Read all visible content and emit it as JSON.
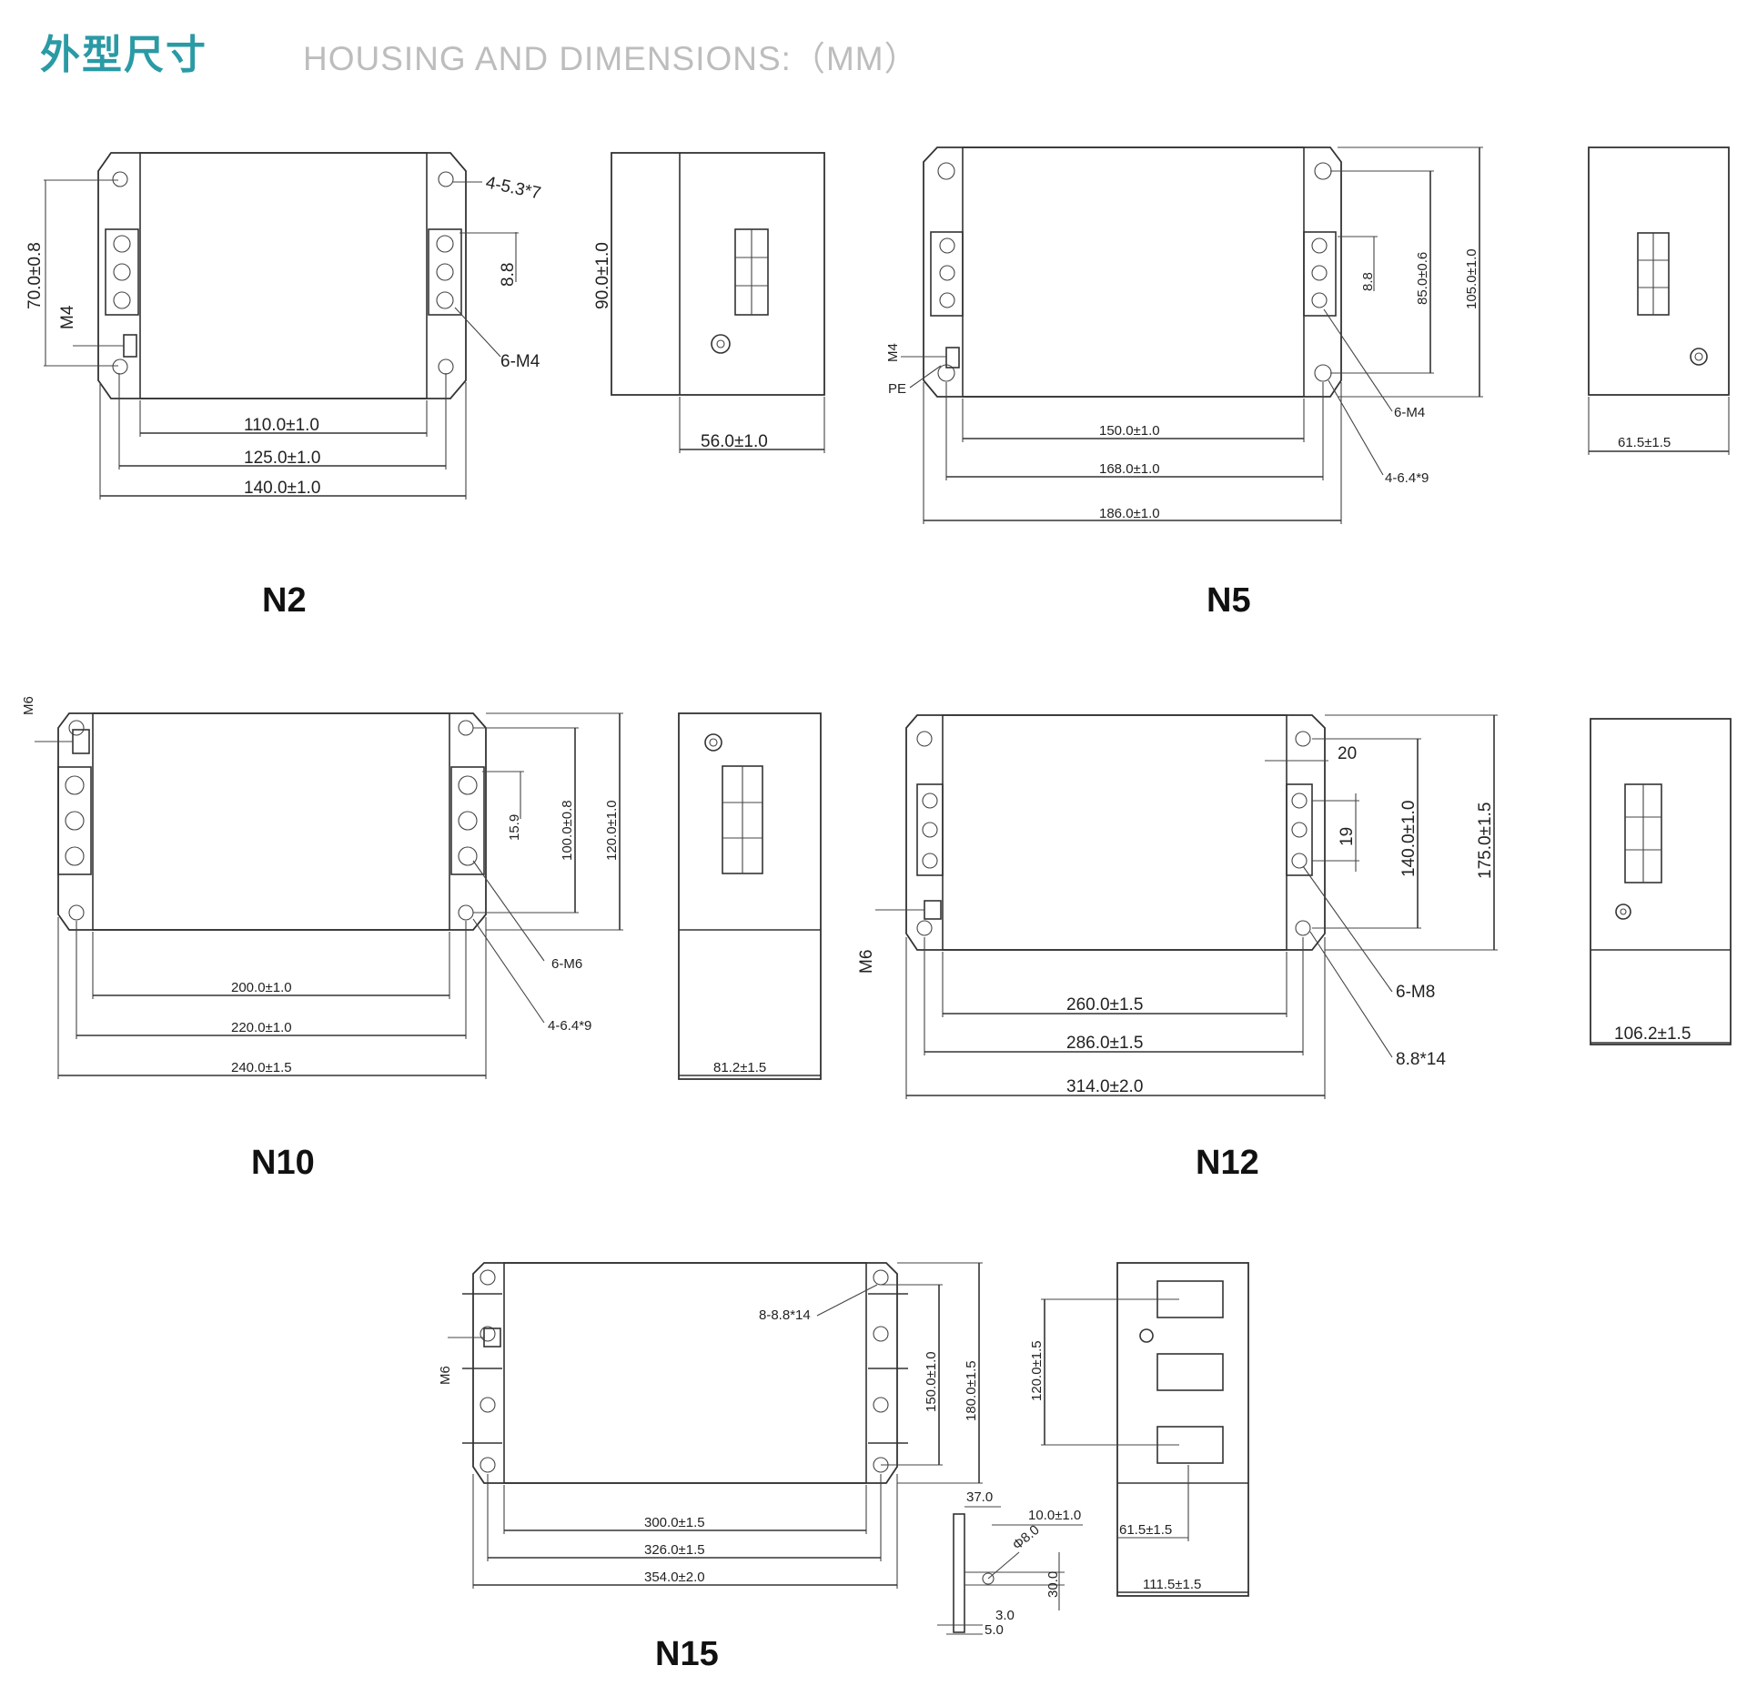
{
  "header": {
    "title_cn": "外型尺寸",
    "title_en": "HOUSING AND DIMENSIONS:（MM）"
  },
  "models": {
    "n2": {
      "label": "N2",
      "dims": [
        "110.0±1.0",
        "125.0±1.0",
        "140.0±1.0",
        "70.0±0.8",
        "M4",
        "8.8",
        "4-5.3*7",
        "6-M4",
        "90.0±1.0",
        "56.0±1.0"
      ]
    },
    "n5": {
      "label": "N5",
      "dims": [
        "150.0±1.0",
        "168.0±1.0",
        "186.0±1.0",
        "85.0±0.6",
        "105.0±1.0",
        "8.8",
        "M4",
        "PE",
        "6-M4",
        "4-6.4*9",
        "61.5±1.5"
      ]
    },
    "n10": {
      "label": "N10",
      "dims": [
        "200.0±1.0",
        "220.0±1.0",
        "240.0±1.5",
        "100.0±0.8",
        "120.0±1.0",
        "15.9",
        "M6",
        "6-M6",
        "4-6.4*9",
        "81.2±1.5"
      ]
    },
    "n12": {
      "label": "N12",
      "dims": [
        "260.0±1.5",
        "286.0±1.5",
        "314.0±2.0",
        "140.0±1.0",
        "175.0±1.5",
        "20",
        "19",
        "M6",
        "6-M8",
        "8.8*14",
        "106.2±1.5"
      ]
    },
    "n15": {
      "label": "N15",
      "dims": [
        "300.0±1.5",
        "326.0±1.5",
        "354.0±2.0",
        "150.0±1.0",
        "180.0±1.5",
        "8-8.8*14",
        "M6",
        "120.0±1.5",
        "61.5±1.5",
        "111.5±1.5",
        "37.0",
        "10.0±1.0",
        "Φ8.0",
        "30.0",
        "3.0",
        "5.0"
      ]
    }
  }
}
